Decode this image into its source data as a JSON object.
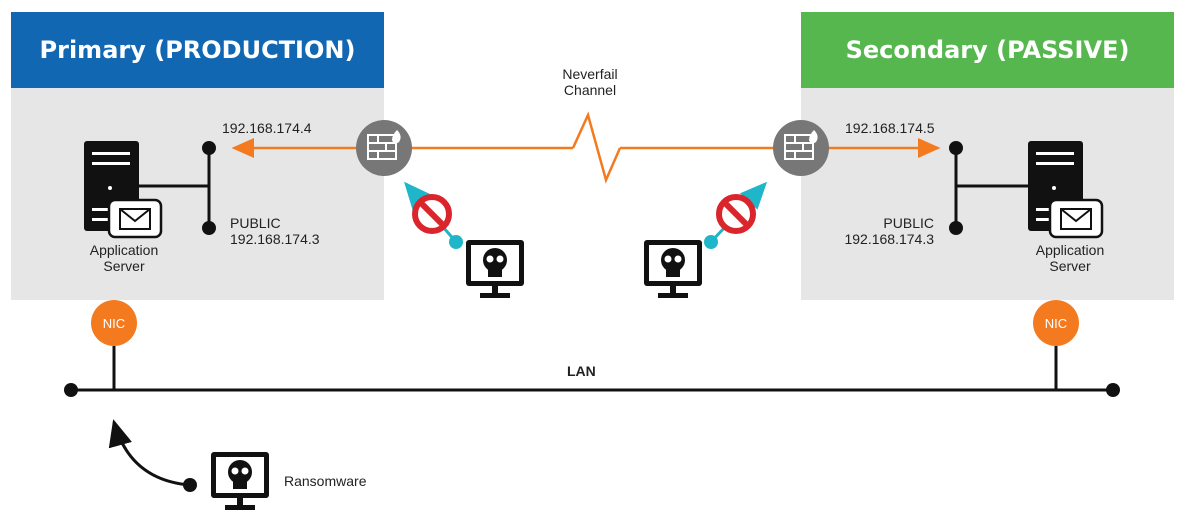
{
  "primary": {
    "title": "Primary (PRODUCTION)",
    "header_color": "#1267b3",
    "ip_top": "192.168.174.4",
    "public_label": "PUBLIC",
    "public_ip": "192.168.174.3",
    "server_label_line1": "Application",
    "server_label_line2": "Server",
    "nic_label": "NIC"
  },
  "secondary": {
    "title": "Secondary (PASSIVE)",
    "header_color": "#57b74f",
    "ip_top": "192.168.174.5",
    "public_label": "PUBLIC",
    "public_ip": "192.168.174.3",
    "server_label_line1": "Application",
    "server_label_line2": "Server",
    "nic_label": "NIC"
  },
  "channel": {
    "label_line1": "Neverfail",
    "label_line2": "Channel"
  },
  "lan": {
    "label": "LAN"
  },
  "ransomware": {
    "label": "Ransomware"
  },
  "colors": {
    "accent_orange": "#f47a20",
    "firewall_gray": "#777777",
    "blocked_red": "#d9252b",
    "attack_teal": "#1fb6c9",
    "panel_bg": "#e6e6e6"
  },
  "icons": [
    "server-icon",
    "email-icon",
    "firewall-icon",
    "blocked-icon",
    "skull-monitor-icon"
  ]
}
